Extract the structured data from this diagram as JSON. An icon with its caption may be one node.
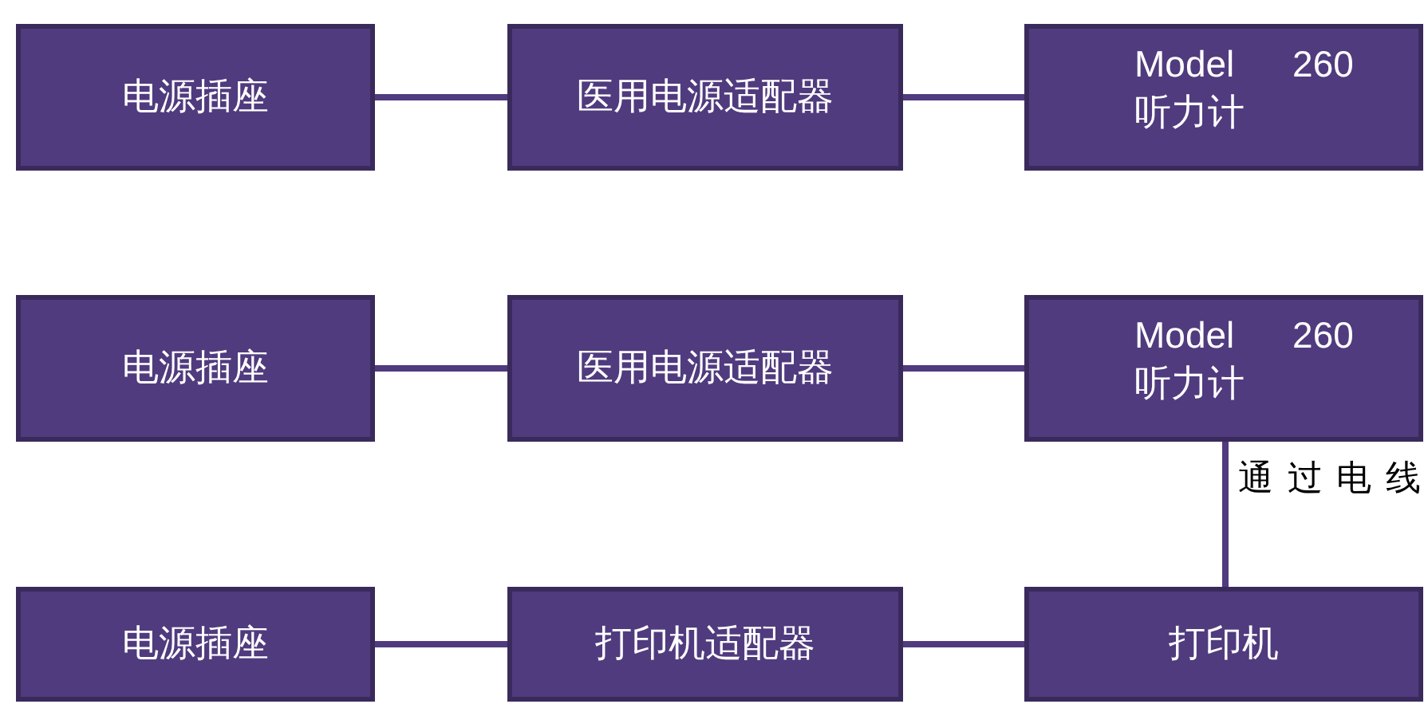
{
  "diagram": {
    "nodes": [
      {
        "text": [
          "电源插座"
        ]
      },
      {
        "text": [
          "医用电源适配器"
        ]
      },
      {
        "text": [
          "Model 260 听力计"
        ]
      },
      {
        "text": [
          "电源插座"
        ]
      },
      {
        "text": [
          "医用电源适配器"
        ]
      },
      {
        "text": [
          "Model 260 听力计"
        ]
      },
      {
        "text": [
          "电源插座"
        ]
      },
      {
        "text": [
          "打印机适配器"
        ]
      },
      {
        "text": [
          "打印机"
        ]
      }
    ],
    "edges": [
      {
        "from": 0,
        "to": 1,
        "arrow": "none"
      },
      {
        "from": 1,
        "to": 2,
        "arrow": "none"
      },
      {
        "from": 3,
        "to": 4,
        "arrow": "none"
      },
      {
        "from": 4,
        "to": 5,
        "arrow": "none"
      },
      {
        "from": 5,
        "to": 8,
        "arrow": "none",
        "label": "通过电线"
      },
      {
        "from": 6,
        "to": 7,
        "arrow": "none"
      },
      {
        "from": 7,
        "to": 8,
        "arrow": "none"
      }
    ]
  }
}
